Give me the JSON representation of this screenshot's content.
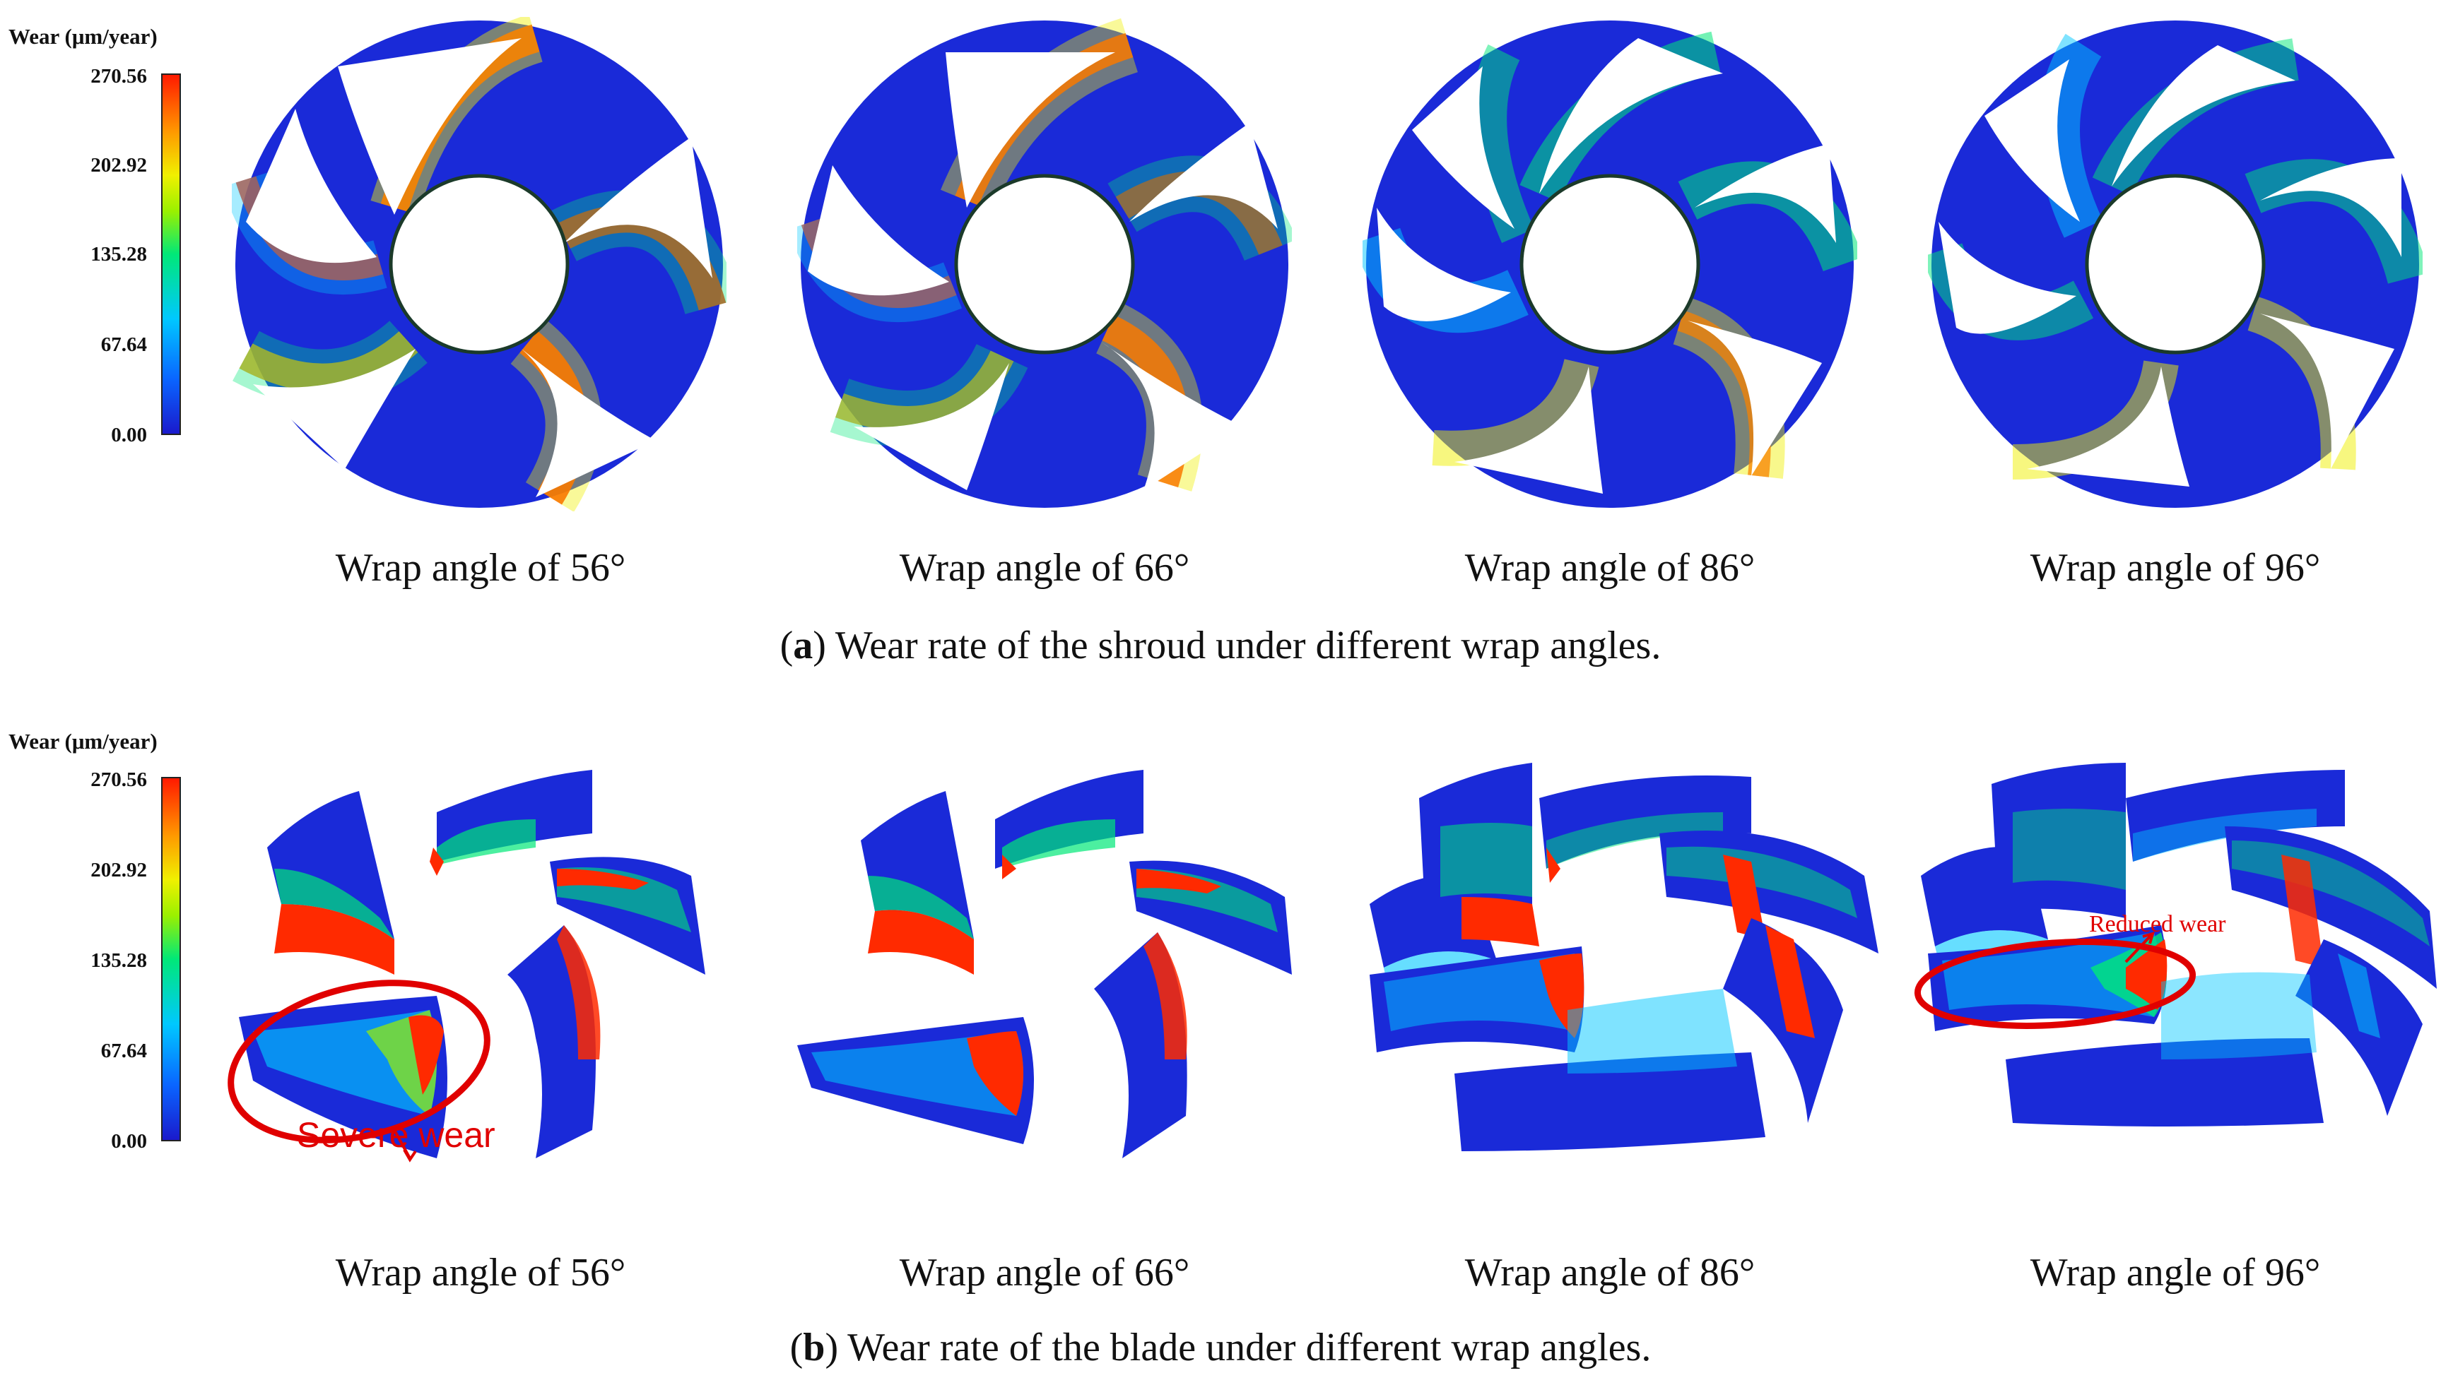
{
  "colorbar": {
    "title": "Wear (μm/year)",
    "ticks": [
      "270.56",
      "202.92",
      "135.28",
      "67.64",
      "0.00"
    ],
    "min": 0.0,
    "max": 270.56,
    "colors": [
      "#1a1acc",
      "#0a64ff",
      "#00c8ff",
      "#00e878",
      "#9af000",
      "#f0f000",
      "#ff9a00",
      "#ff1a00"
    ]
  },
  "row_a": {
    "captions": [
      "Wrap angle of 56°",
      "Wrap angle of 66°",
      "Wrap angle of 86°",
      "Wrap angle of 96°"
    ],
    "label": "a",
    "subcaption_text": " Wear rate of the shroud under different wrap angles."
  },
  "row_b": {
    "captions": [
      "Wrap angle of 56°",
      "Wrap angle of 66°",
      "Wrap angle of 86°",
      "Wrap angle of 96°"
    ],
    "label": "b",
    "subcaption_text": " Wear rate of the blade under different wrap angles.",
    "annotation_severe": "Severe wear",
    "annotation_reduced": "Reduced wear"
  }
}
